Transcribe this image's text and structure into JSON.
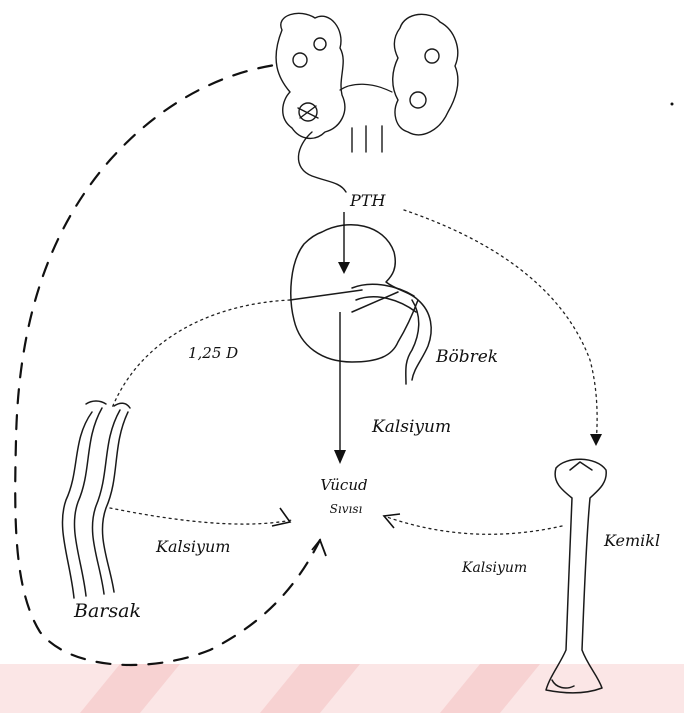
{
  "diagram": {
    "labels": {
      "pth": "PTH",
      "kidney": "Böbrek",
      "vitamin_d": "1,25 D",
      "calcium_kidney": "Kalsiyum",
      "body_fluid_line1": "Vücud",
      "body_fluid_line2": "Sıvısı",
      "calcium_gut": "Kalsiyum",
      "gut": "Barsak",
      "bone": "Kemikl",
      "calcium_bone": "Kalsiyum"
    },
    "colors": {
      "ink": "#1a1a1a",
      "band": "#fbe6e6",
      "background": "#ffffff"
    }
  }
}
